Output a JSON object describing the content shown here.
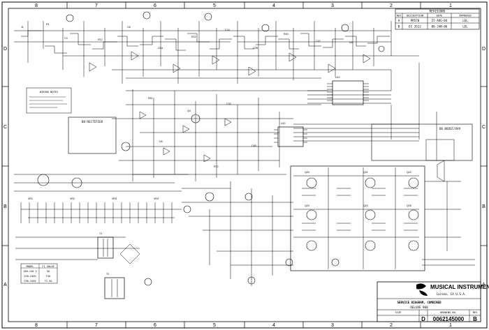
{
  "zones": {
    "columns": [
      "8",
      "7",
      "6",
      "5",
      "4",
      "3",
      "2",
      "1"
    ],
    "rows": [
      "D",
      "C",
      "B",
      "A"
    ]
  },
  "revisions": {
    "title": "REVISIONS",
    "headers": [
      "REV",
      "DESCRIPTION",
      "DATE",
      "APPROVED"
    ],
    "rows": [
      {
        "rev": "A",
        "desc": "PR570",
        "date": "27-AUG-04",
        "appr": "LEL"
      },
      {
        "rev": "B",
        "desc": "EC 3512",
        "date": "06-JAN-06",
        "appr": "LEL"
      }
    ]
  },
  "title_block": {
    "company": "MUSICAL INSTRUMENTS",
    "location": "Corona, CA   U.S.A.",
    "doc_title": "SERVICE DIAGRAM, COMBINED",
    "product": "DELUXE 900",
    "size": "D",
    "drawing_number": "0062145000",
    "rev": "B",
    "labels": {
      "size": "SIZE",
      "dwg_no": "DRAWING NO.",
      "rev": "REV"
    }
  },
  "boxes": {
    "pcb": "D8 RECTIFIER",
    "boost": "D8 BOOST/OVV"
  },
  "notes": {
    "wiring": "WIRING NOTES"
  },
  "fuse_table": {
    "headers": [
      "MODEL",
      "F1 VALUE"
    ],
    "rows": [
      [
        "100-120 V",
        "5A"
      ],
      [
        "220-240V",
        "T4A"
      ],
      [
        "230-240V",
        "T2.5A"
      ]
    ]
  }
}
